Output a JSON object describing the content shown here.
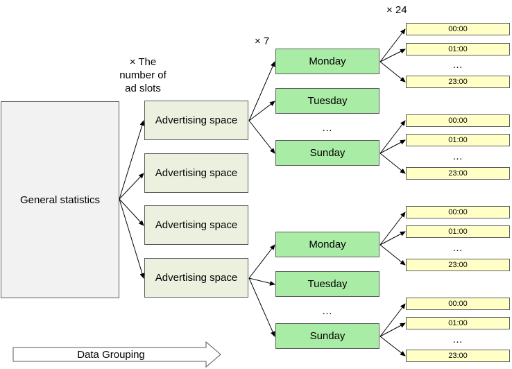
{
  "root": {
    "label": "General statistics"
  },
  "multipliers": {
    "ad_slots": [
      "× The",
      "number of",
      "ad slots"
    ],
    "days": "× 7",
    "hours": "× 24"
  },
  "ad_space": {
    "label": "Advertising space"
  },
  "days": {
    "monday": "Monday",
    "tuesday": "Tuesday",
    "sunday": "Sunday"
  },
  "hours": {
    "first": "00:00",
    "second": "01:00",
    "last": "23:00"
  },
  "ellipsis": "…",
  "footer": {
    "arrow_label": "Data Grouping"
  }
}
